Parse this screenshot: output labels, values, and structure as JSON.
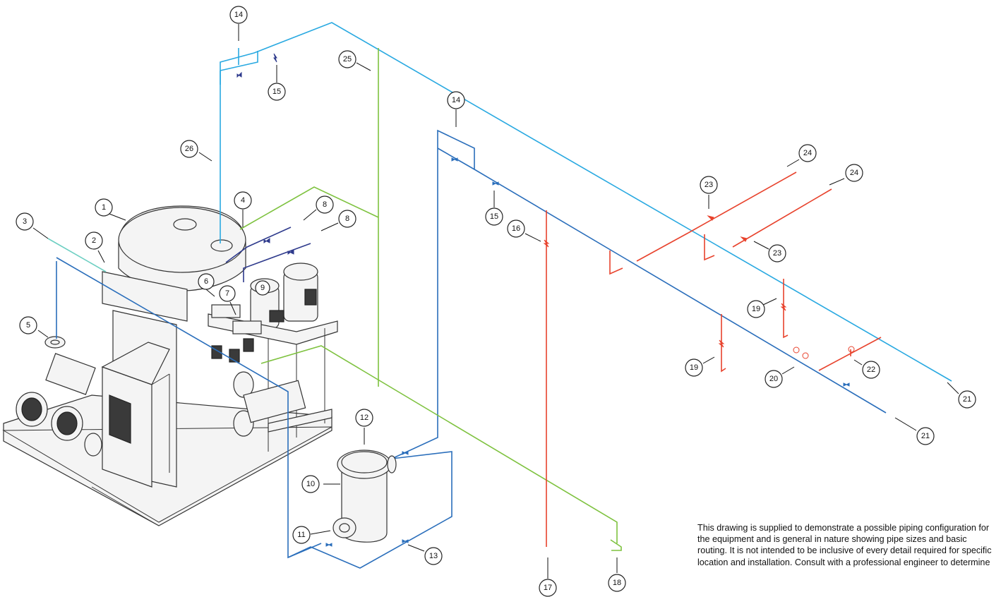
{
  "colors": {
    "light_blue": "#29a9e1",
    "blue": "#2a6ebb",
    "navy": "#2e3a8c",
    "green": "#7ec23f",
    "red": "#e8432d",
    "teal": "#6dcfc2",
    "outline": "#333333"
  },
  "callouts": [
    {
      "id": "c1",
      "label": "1"
    },
    {
      "id": "c2",
      "label": "2"
    },
    {
      "id": "c3",
      "label": "3"
    },
    {
      "id": "c4",
      "label": "4"
    },
    {
      "id": "c5",
      "label": "5"
    },
    {
      "id": "c6",
      "label": "6"
    },
    {
      "id": "c7",
      "label": "7"
    },
    {
      "id": "c8a",
      "label": "8"
    },
    {
      "id": "c8b",
      "label": "8"
    },
    {
      "id": "c9",
      "label": "9"
    },
    {
      "id": "c10",
      "label": "10"
    },
    {
      "id": "c11",
      "label": "11"
    },
    {
      "id": "c12",
      "label": "12"
    },
    {
      "id": "c13",
      "label": "13"
    },
    {
      "id": "c14a",
      "label": "14"
    },
    {
      "id": "c14b",
      "label": "14"
    },
    {
      "id": "c15a",
      "label": "15"
    },
    {
      "id": "c15b",
      "label": "15"
    },
    {
      "id": "c16",
      "label": "16"
    },
    {
      "id": "c17",
      "label": "17"
    },
    {
      "id": "c18",
      "label": "18"
    },
    {
      "id": "c19a",
      "label": "19"
    },
    {
      "id": "c19b",
      "label": "19"
    },
    {
      "id": "c20",
      "label": "20"
    },
    {
      "id": "c21a",
      "label": "21"
    },
    {
      "id": "c21b",
      "label": "21"
    },
    {
      "id": "c22",
      "label": "22"
    },
    {
      "id": "c23a",
      "label": "23"
    },
    {
      "id": "c23b",
      "label": "23"
    },
    {
      "id": "c24a",
      "label": "24"
    },
    {
      "id": "c24b",
      "label": "24"
    },
    {
      "id": "c25",
      "label": "25"
    },
    {
      "id": "c26",
      "label": "26"
    }
  ],
  "note": {
    "text": "This drawing is supplied to demonstrate a possible piping configuration for the equipment and is general in nature showing pipe sizes and basic routing. It is not intended to be inclusive of every detail required for specific location and installation. Consult with a professional engineer to determine"
  }
}
